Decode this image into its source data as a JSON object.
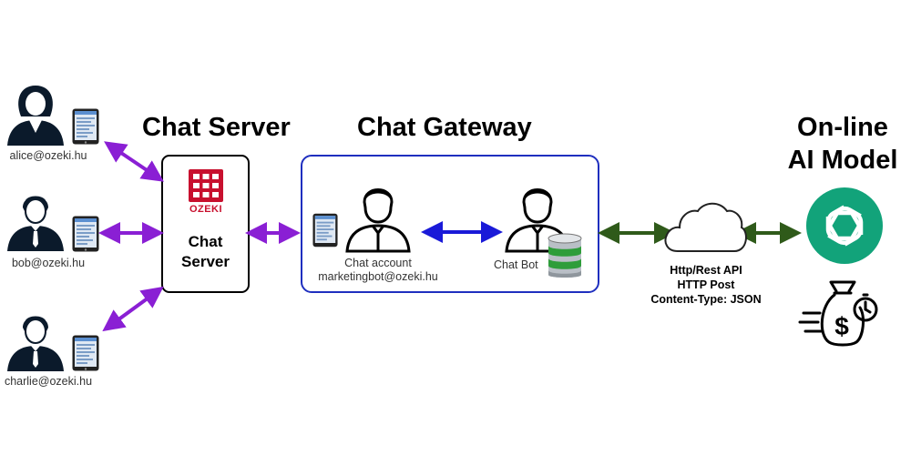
{
  "headings": {
    "chat_server": "Chat Server",
    "chat_gateway": "Chat Gateway",
    "ai_model_line1": "On-line",
    "ai_model_line2": "AI Model"
  },
  "users": [
    {
      "email": "alice@ozeki.hu"
    },
    {
      "email": "bob@ozeki.hu"
    },
    {
      "email": "charlie@ozeki.hu"
    }
  ],
  "server": {
    "logo_text": "OZEKI",
    "label_line1": "Chat",
    "label_line2": "Server"
  },
  "gateway": {
    "account_label": "Chat account",
    "account_email": "marketingbot@ozeki.hu",
    "bot_label": "Chat Bot"
  },
  "api": {
    "line1": "Http/Rest API",
    "line2": "HTTP Post",
    "line3": "Content-Type: JSON"
  },
  "colors": {
    "purple_arrow": "#8a1fd4",
    "blue_arrow": "#1a1ad8",
    "green_arrow": "#2f5a1a",
    "gateway_border": "#1f2fbf",
    "ozeki_red": "#c8102e",
    "openai_green": "#12a37a"
  },
  "icons": [
    "user-female-icon",
    "user-male-icon",
    "tablet-icon",
    "ozeki-logo-icon",
    "database-icon",
    "cloud-icon",
    "openai-logo-icon",
    "money-bag-icon"
  ]
}
